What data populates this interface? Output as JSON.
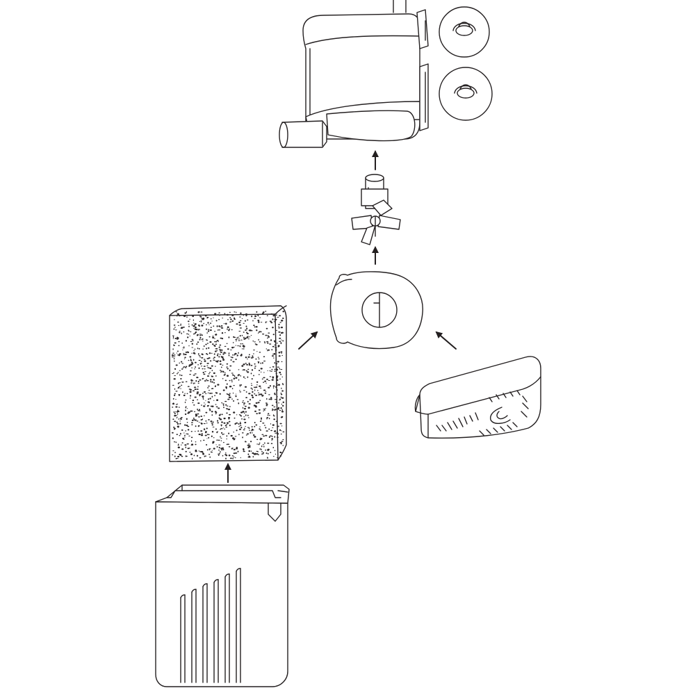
{
  "diagram": {
    "parts": [
      {
        "id": "pump-motor",
        "icon": "pump-motor-icon"
      },
      {
        "id": "suction-cup",
        "icon": "suction-cup-icon"
      },
      {
        "id": "impeller",
        "icon": "impeller-icon"
      },
      {
        "id": "impeller-cover",
        "icon": "impeller-cover-icon"
      },
      {
        "id": "filter-sponge",
        "icon": "filter-sponge-icon"
      },
      {
        "id": "bottom-cover",
        "icon": "bottom-cover-icon"
      },
      {
        "id": "filter-housing",
        "icon": "filter-housing-icon"
      }
    ],
    "assembly_arrows": [
      {
        "from": "impeller",
        "to": "pump-motor"
      },
      {
        "from": "impeller-cover",
        "to": "impeller"
      },
      {
        "from": "filter-sponge",
        "to": "impeller-cover"
      },
      {
        "from": "bottom-cover",
        "to": "impeller-cover"
      },
      {
        "from": "filter-housing",
        "to": "filter-sponge"
      }
    ],
    "colors": {
      "line": "#231f20",
      "fill": "#ffffff"
    }
  }
}
